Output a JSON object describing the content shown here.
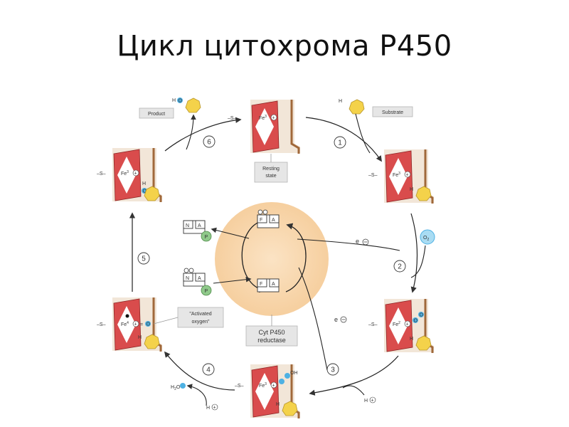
{
  "title": "Цикл цитохрома Р450",
  "labels": {
    "iron": "Fe",
    "fe3": "3",
    "fe2": "2",
    "fe4": "4",
    "sulfur": "S",
    "oplus": "+",
    "product": "Product",
    "substrate": "Substrate",
    "resting_line1": "Resting",
    "resting_line2": "state",
    "activated_line1": "\"Activated",
    "activated_line2": "oxygen\"",
    "reductase_line1": "Cyt P450",
    "reductase_line2": "reductase",
    "electron": "e",
    "o2": "O",
    "o2_sub": "2",
    "h2o_h": "H",
    "h2o_sub": "2",
    "h2o_o": "O",
    "h_plus": "H",
    "ho_h": "H",
    "ho_o": "O",
    "substrate_h": "H",
    "oxygen": "O",
    "hydroxyl": "OH",
    "fad_letter": "F",
    "nadp_letter": "N",
    "a_letter": "A",
    "p_letter": "P"
  },
  "steps": [
    "1",
    "2",
    "3",
    "4",
    "5",
    "6"
  ],
  "colors": {
    "heme_red": "#d94c4c",
    "protein_wall": "#a0683a",
    "substrate_yellow": "#f4d24a",
    "oxygen_blue": "#4eb1e3",
    "reductase_orange": "#f8d7b0",
    "phosphate_green": "#8fc98a"
  }
}
